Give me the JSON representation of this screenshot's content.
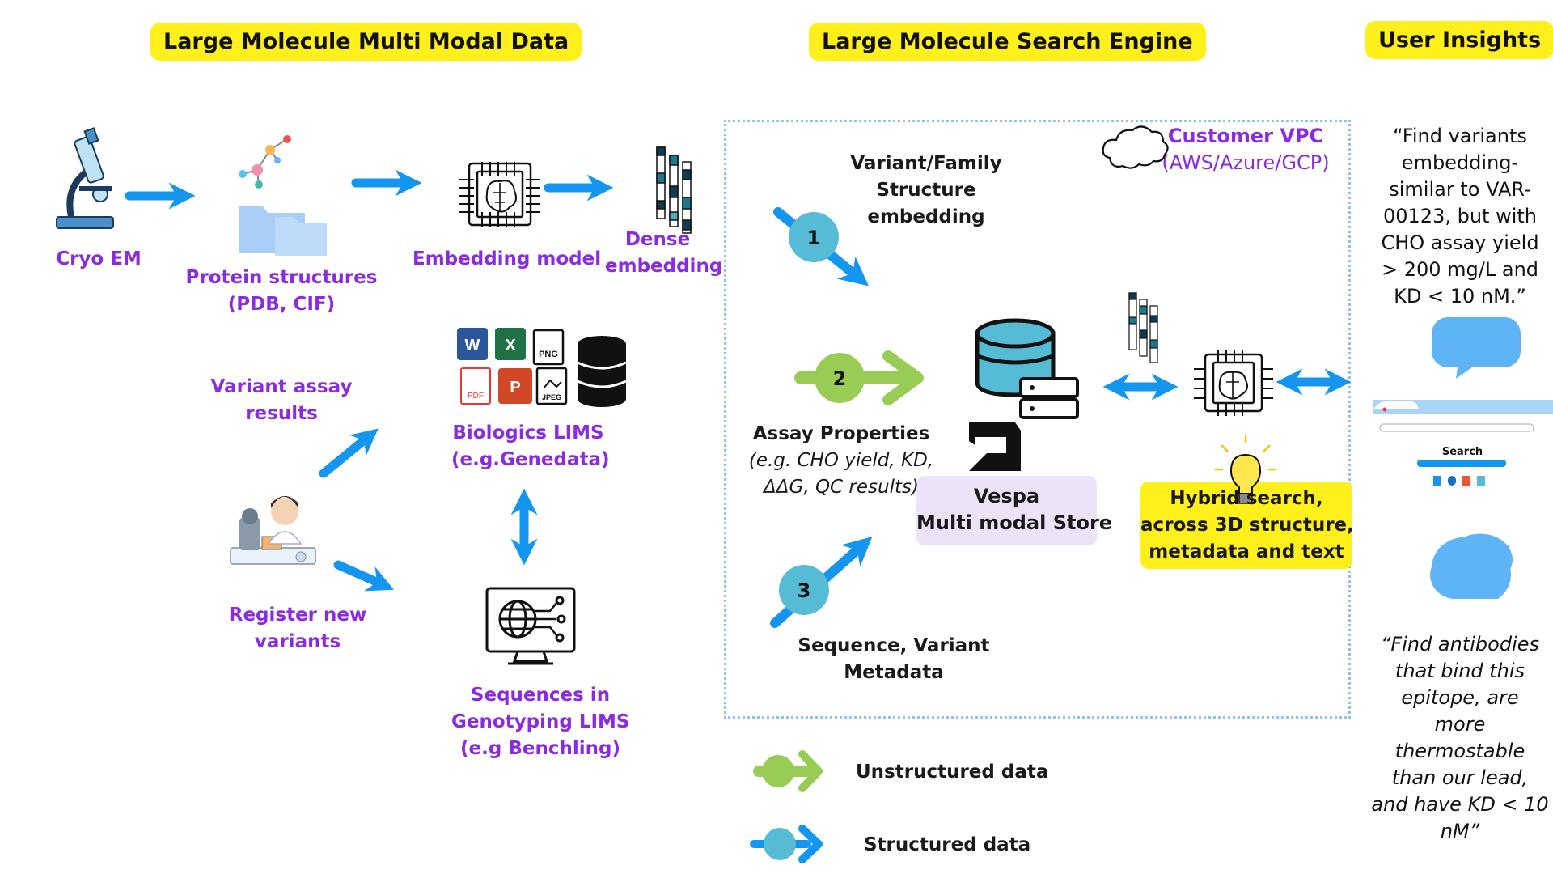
{
  "headers": {
    "data": "Large Molecule Multi Modal Data",
    "engine": "Large Molecule Search Engine",
    "insights": "User Insights"
  },
  "pipeline": {
    "cryo_em": "Cryo EM",
    "protein_line1": "Protein structures",
    "protein_line2": "(PDB, CIF)",
    "embedding_model": "Embedding model",
    "dense_line1": "Dense",
    "dense_line2": "embedding"
  },
  "sources": {
    "assay_line1": "Variant assay",
    "assay_line2": "results",
    "register_line1": "Register new",
    "register_line2": "variants",
    "lims_line1": "Biologics LIMS",
    "lims_line2": "(e.g.Genedata)",
    "seq_line1": "Sequences in",
    "seq_line2": "Genotyping LIMS",
    "seq_line3": "(e.g Benchling)",
    "file_icons": [
      "W",
      "X",
      "PNG",
      "PDF",
      "P",
      "JPEG"
    ]
  },
  "engine": {
    "vpc_line1": "Customer VPC",
    "vpc_line2": "(AWS/Azure/GCP)",
    "input1_line1": "Variant/Family",
    "input1_line2": "Structure",
    "input1_line3": "embedding",
    "input2_line1": "Assay Properties",
    "input2_line2": "(e.g. CHO yield, KD,",
    "input2_line3": "ΔΔG, QC results)",
    "input3_line1": "Sequence, Variant",
    "input3_line2": "Metadata",
    "badge1": "1",
    "badge2": "2",
    "badge3": "3",
    "store_line1": "Vespa",
    "store_line2": "Multi modal Store",
    "hybrid_line1": "Hybrid search,",
    "hybrid_line2": "across 3D structure,",
    "hybrid_line3": "metadata and text"
  },
  "legend": {
    "unstructured": "Unstructured data",
    "structured": "Structured data"
  },
  "insights": {
    "quote1": [
      "“Find variants",
      "embedding-",
      "similar to VAR-",
      "00123, but with",
      "CHO assay yield",
      "> 200 mg/L and",
      "KD < 10 nM.”"
    ],
    "search_label": "Search",
    "quote2": [
      "“Find antibodies",
      "that bind this",
      "epitope, are",
      "more",
      "thermostable",
      "than our lead,",
      "and have KD < 10",
      "nM”"
    ]
  },
  "colors": {
    "arrow_blue": "#1495f0",
    "header_yellow": "#ffef1a",
    "label_purple": "#8a2be2",
    "badge_teal": "#56bcd6",
    "unstructured_green": "#99cc55",
    "store_purple_bg": "#ece3f8",
    "vpc_border": "#8ec6e8",
    "bubble_blue": "#5eb4f5"
  }
}
